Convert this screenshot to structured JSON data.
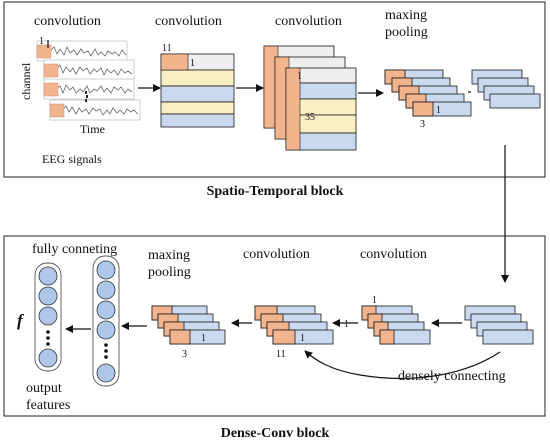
{
  "blocks": {
    "spatio_temporal": "Spatio-Temporal block",
    "dense_conv": "Dense-Conv block"
  },
  "top": {
    "conv1": "convolution",
    "conv2": "convolution",
    "conv3": "convolution",
    "pool_line1": "maxing",
    "pool_line2": "pooling",
    "channel": "channel",
    "time": "Time",
    "eeg": "EEG signals",
    "n1": "1",
    "n11": "11",
    "n1b": "1",
    "n1c": "1",
    "n35": "35",
    "n1d": "1",
    "n3": "3"
  },
  "bottom": {
    "fc": "fully conneting",
    "pool_line1": "maxing",
    "pool_line2": "pooling",
    "conv1": "convolution",
    "conv2": "convolution",
    "f": "f",
    "out_line1": "output",
    "out_line2": "features",
    "densely": "densely connecting",
    "n3": "3",
    "n1a": "1",
    "n11": "11",
    "n1b": "1",
    "n1c": "1",
    "n1d": "1"
  },
  "colors": {
    "orange": "#f2b48c",
    "blue": "#c9d9ef",
    "yellow": "#fbf0c3",
    "gray": "#eeeeee",
    "circle": "#aec6e8",
    "wave": "#666666"
  }
}
